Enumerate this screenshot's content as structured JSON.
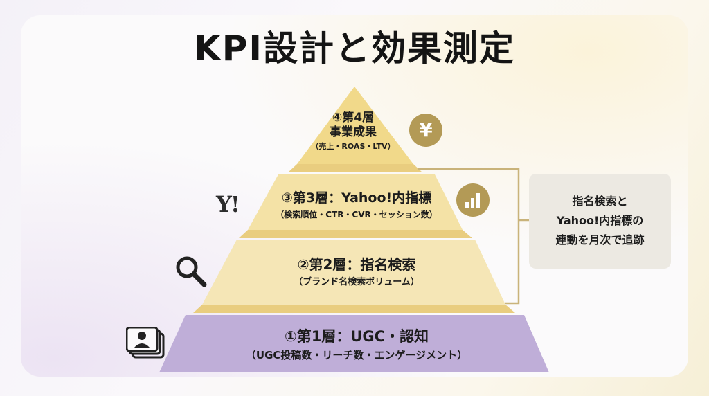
{
  "title": "KPI設計と効果測定",
  "layers": [
    {
      "id": 4,
      "title_line1": "④第4層",
      "title_line2": "事業成果",
      "detail": "（売上・ROAS・LTV）",
      "color": "#f1d98a",
      "icon": "yen-icon"
    },
    {
      "id": 3,
      "title": "③第3層：Yahoo!内指標",
      "detail": "（検索順位・CTR・CVR・セッション数）",
      "color": "#f4e2a6",
      "icon": "bar-chart-icon"
    },
    {
      "id": 2,
      "title": "②第2層：指名検索",
      "detail": "（ブランド名検索ボリューム）",
      "color": "#f5e6b6",
      "icon": "search-icon"
    },
    {
      "id": 1,
      "title": "①第1層：UGC・認知",
      "detail": "（UGC投稿数・リーチ数・エンゲージメント）",
      "color": "#bfaed8",
      "icon": "ugc-photos-icon"
    }
  ],
  "yen_symbol": "¥",
  "yahoo_logo_text": "Y!",
  "side_note": {
    "lines": [
      "指名検索と",
      "Yahoo!内指標の",
      "連動を月次で追跡"
    ]
  },
  "colors": {
    "accent_gold": "#b39a56",
    "bracket": "#c9b37a",
    "side_bg": "#ece9e2",
    "layer1_purple": "#bfaed8",
    "layer_shadow": "#e7c97a"
  }
}
